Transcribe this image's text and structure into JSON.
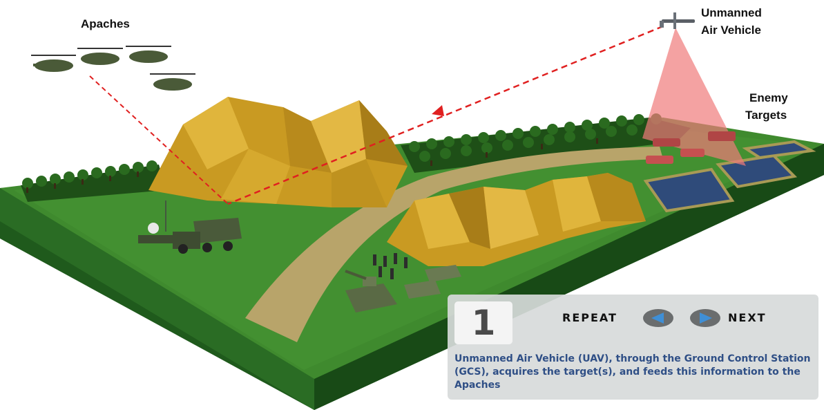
{
  "labels": {
    "apaches": "Apaches",
    "uav_line1": "Unmanned",
    "uav_line2": "Air Vehicle",
    "targets_line1": "Enemy",
    "targets_line2": "Targets"
  },
  "panel": {
    "step": "1",
    "repeat_label": "REPEAT",
    "next_label": "NEXT",
    "description": "Unmanned Air Vehicle (UAV), through the Ground Control Station (GCS), acquires the target(s), and feeds this information to the Apaches"
  },
  "icons": {
    "repeat": "arrow-left-icon",
    "next": "arrow-right-icon"
  },
  "colors": {
    "grass": "#3f8a2e",
    "terrain_side": "#1f5a1c",
    "mountain": "#d8a82b",
    "road": "#b8a46a",
    "water": "#2f4b7a",
    "sensor_beam": "#f07a7a",
    "signal_line": "#e02020",
    "description_text": "#2f4f86"
  }
}
